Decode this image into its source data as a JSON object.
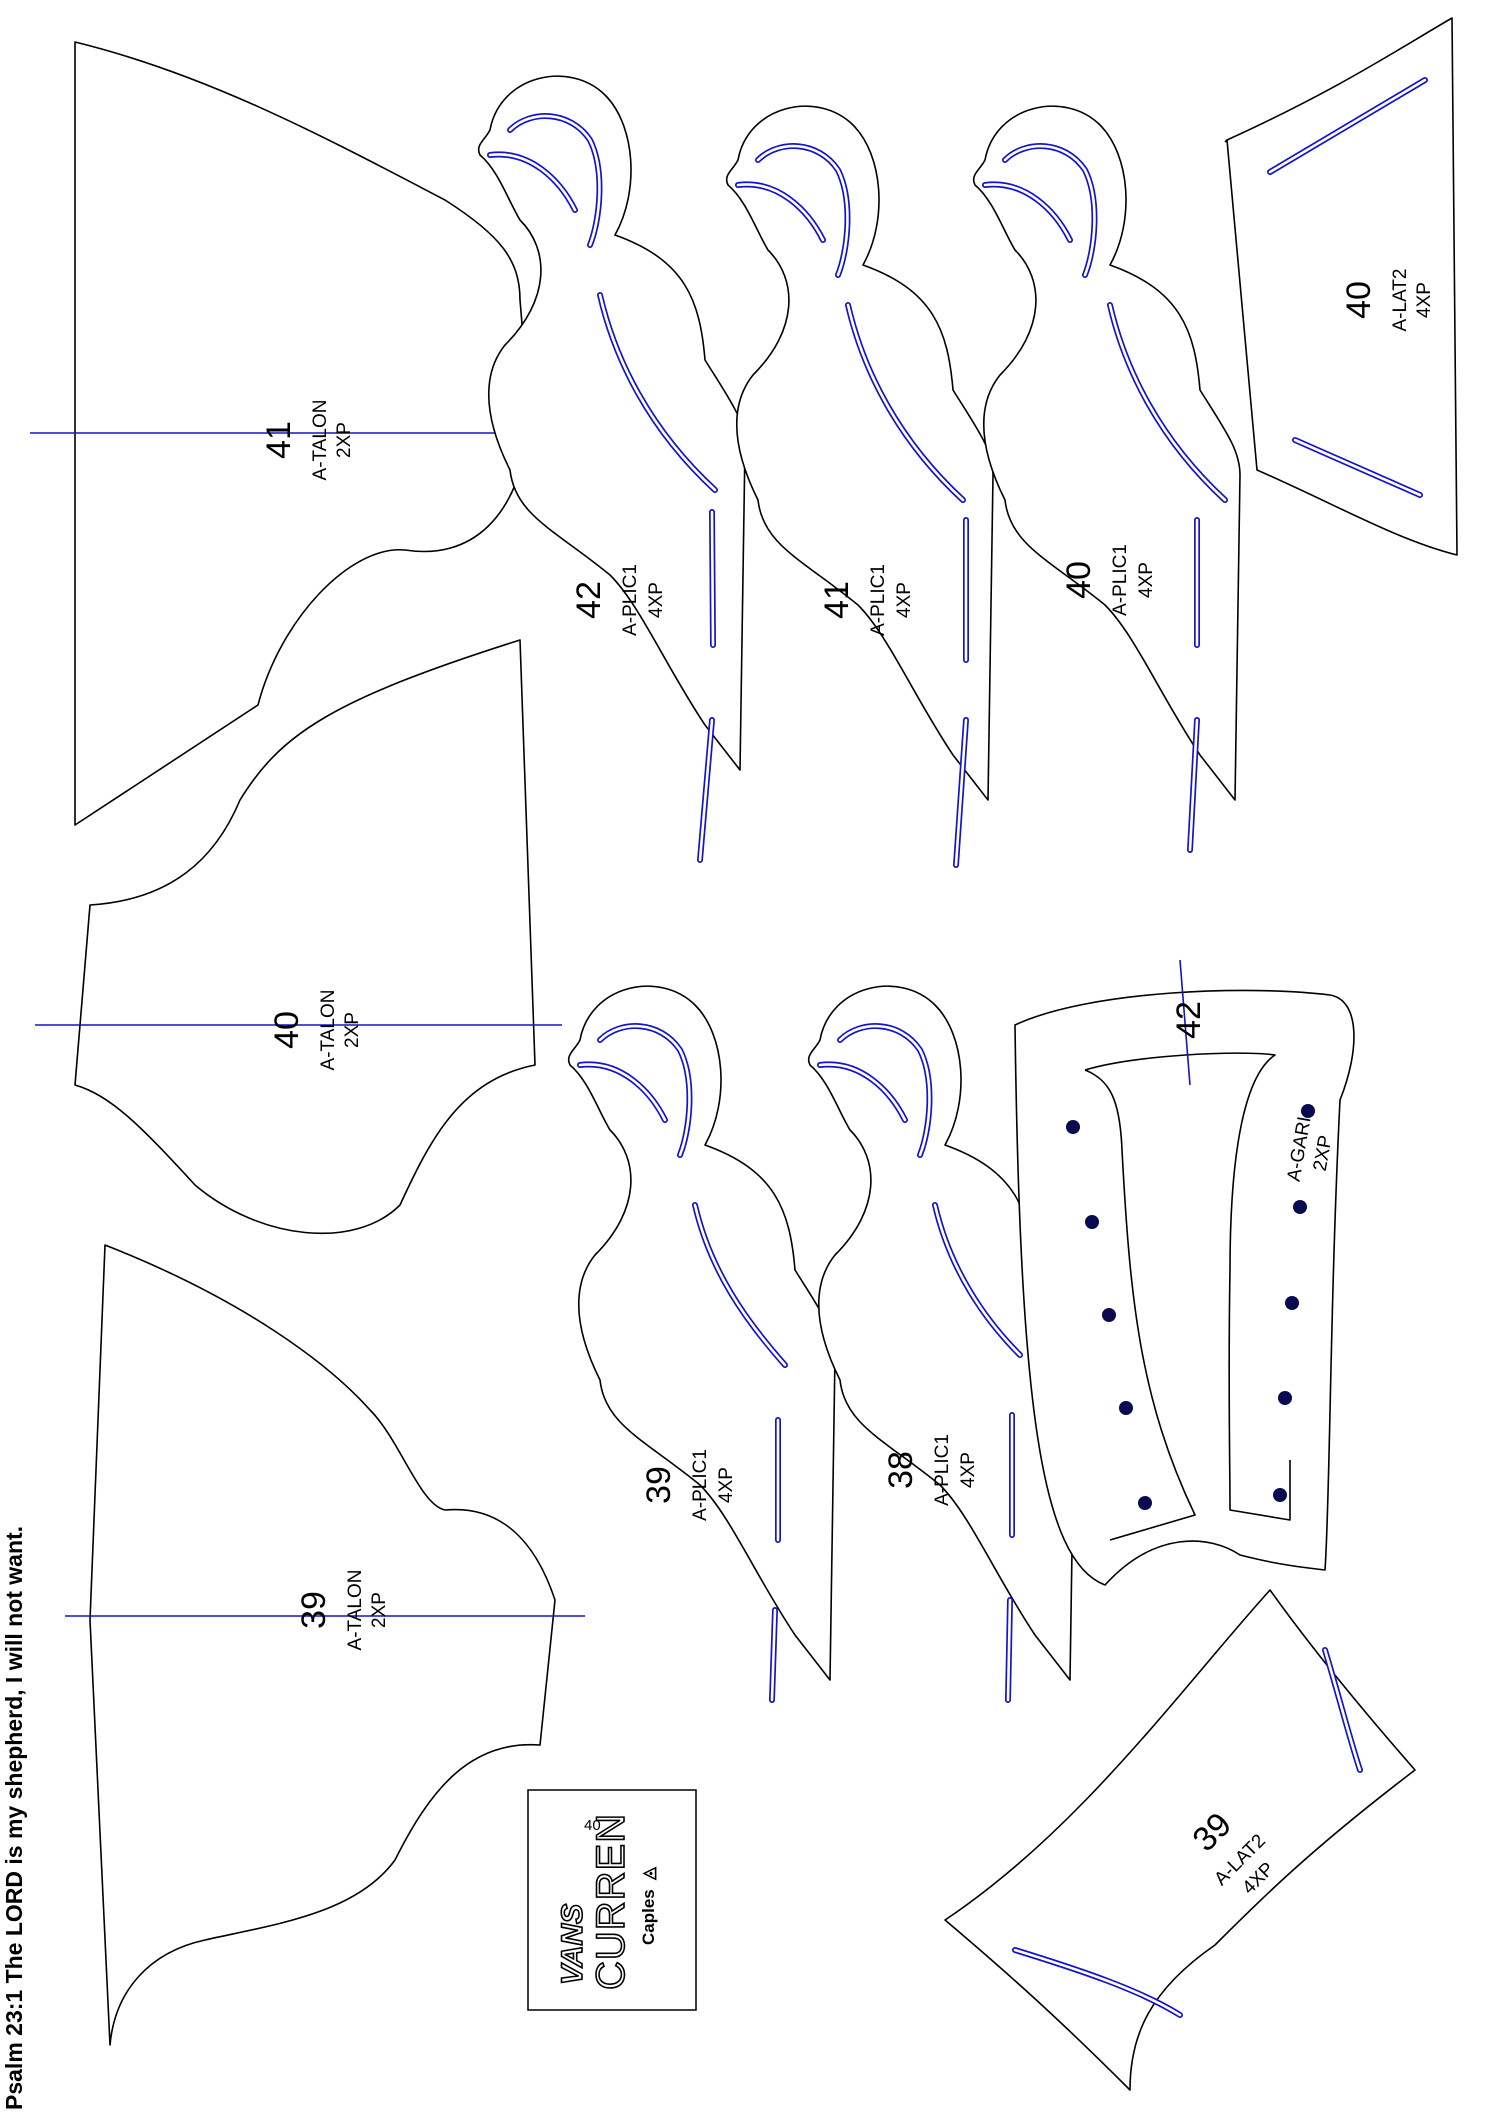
{
  "caption": "Psalm 23:1 The LORD is my shepherd, I will not want.",
  "pieces": {
    "talon41": {
      "size": "41",
      "name": "A-TALON",
      "qty": "2XP"
    },
    "talon40": {
      "size": "40",
      "name": "A-TALON",
      "qty": "2XP"
    },
    "talon39": {
      "size": "39",
      "name": "A-TALON",
      "qty": "2XP"
    },
    "plic42": {
      "size": "42",
      "name": "A-PLIC1",
      "qty": "4XP"
    },
    "plic41": {
      "size": "41",
      "name": "A-PLIC1",
      "qty": "4XP"
    },
    "plic40": {
      "size": "40",
      "name": "A-PLIC1",
      "qty": "4XP"
    },
    "plic39": {
      "size": "39",
      "name": "A-PLIC1",
      "qty": "4XP"
    },
    "plic38": {
      "size": "38",
      "name": "A-PLIC1",
      "qty": "4XP"
    },
    "lat40": {
      "size": "40",
      "name": "A-LAT2",
      "qty": "4XP"
    },
    "lat39": {
      "size": "39",
      "name": "A-LAT2",
      "qty": "4XP"
    },
    "gari42": {
      "size": "42",
      "name": "A-GARI",
      "qty": "2XP"
    }
  },
  "logo": {
    "brand": "VANS",
    "model": "CURREN",
    "part": "Caples",
    "size": "40"
  },
  "colors": {
    "outline": "#000000",
    "stitch": "#1414c8",
    "hole": "#0a0a50"
  }
}
